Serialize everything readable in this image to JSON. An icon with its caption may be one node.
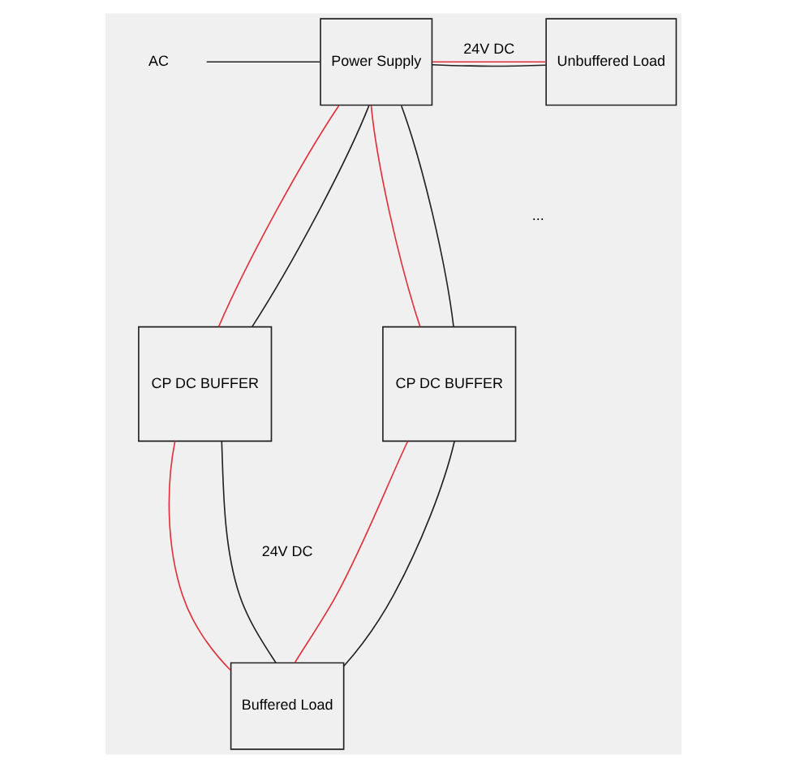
{
  "diagram": {
    "nodes": [
      {
        "text": [
          "Power Supply"
        ]
      },
      {
        "text": [
          "Unbuffered Load"
        ]
      },
      {
        "text": [
          "CP DC BUFFER"
        ]
      },
      {
        "text": [
          "CP DC BUFFER"
        ]
      },
      {
        "text": [
          "Buffered Load"
        ]
      },
      {
        "text": [
          "AC"
        ]
      }
    ],
    "edges": [
      {
        "from": 5,
        "to": 0,
        "arrow": "none"
      },
      {
        "from": 0,
        "to": 1,
        "arrow": "none",
        "label": "24V DC",
        "color": "#e0303a"
      },
      {
        "from": 0,
        "to": 1,
        "arrow": "none"
      },
      {
        "from": 0,
        "to": 2,
        "arrow": "none",
        "color": "#e0303a"
      },
      {
        "from": 0,
        "to": 2,
        "arrow": "none"
      },
      {
        "from": 0,
        "to": 3,
        "arrow": "none",
        "color": "#e0303a"
      },
      {
        "from": 0,
        "to": 3,
        "arrow": "none"
      },
      {
        "from": 2,
        "to": 4,
        "arrow": "none",
        "color": "#e0303a"
      },
      {
        "from": 2,
        "to": 4,
        "arrow": "none"
      },
      {
        "from": 3,
        "to": 4,
        "arrow": "none",
        "color": "#e0303a"
      },
      {
        "from": 3,
        "to": 4,
        "arrow": "none"
      }
    ],
    "labels": [
      "...",
      "24V DC"
    ]
  }
}
